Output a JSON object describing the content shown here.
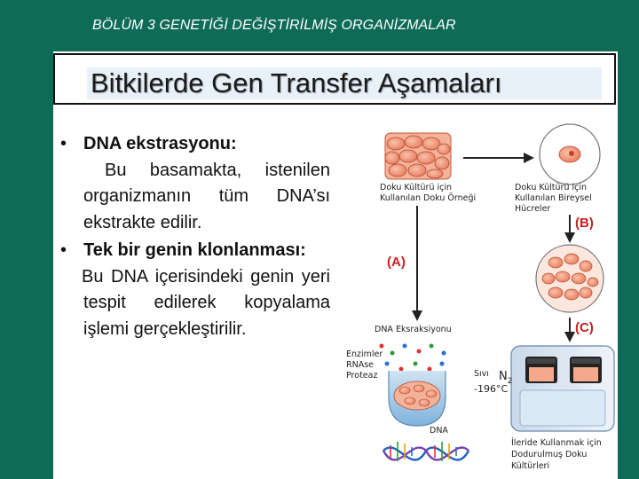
{
  "header": {
    "title": "BÖLÜM 3 GENETİĞİ DEĞİŞTİRİLMİŞ ORGANİZMALAR"
  },
  "slide": {
    "title": "Bitkilerde Gen Transfer Aşamaları"
  },
  "bullets": [
    {
      "label": "DNA ekstrasyonu:",
      "text": "Bu basamakta, istenilen organizmanın tüm DNA’sı ekstrakte edilir."
    },
    {
      "label": "Tek bir genin klonlanması:",
      "text": "Bu DNA içerisindeki genin yeri tespit edilerek kopyalama işlemi gerçekleştirilir."
    }
  ],
  "figure": {
    "tissue_label_1": "Doku Kültürü için",
    "tissue_label_2": "Kullanılan Doku Örneği",
    "cell_label_1": "Doku Kültürü için",
    "cell_label_2": "Kullanılan Bireysel",
    "cell_label_3": "Hücreler",
    "step_a": "(A)",
    "step_b": "(B)",
    "step_c": "(C)",
    "extraction_label": "DNA Eksraksiyonu",
    "enzyme_1": "Enzimler",
    "enzyme_2": "RNAse",
    "enzyme_3": "Proteaz",
    "liquid": "Sıvı",
    "n2": "N",
    "n2_sub": "2",
    "temp": "-196°C",
    "dna_label": "DNA",
    "frozen_1": "İleride Kullanmak için",
    "frozen_2": "Dodurulmuş Doku",
    "frozen_3": "Kültürleri"
  }
}
